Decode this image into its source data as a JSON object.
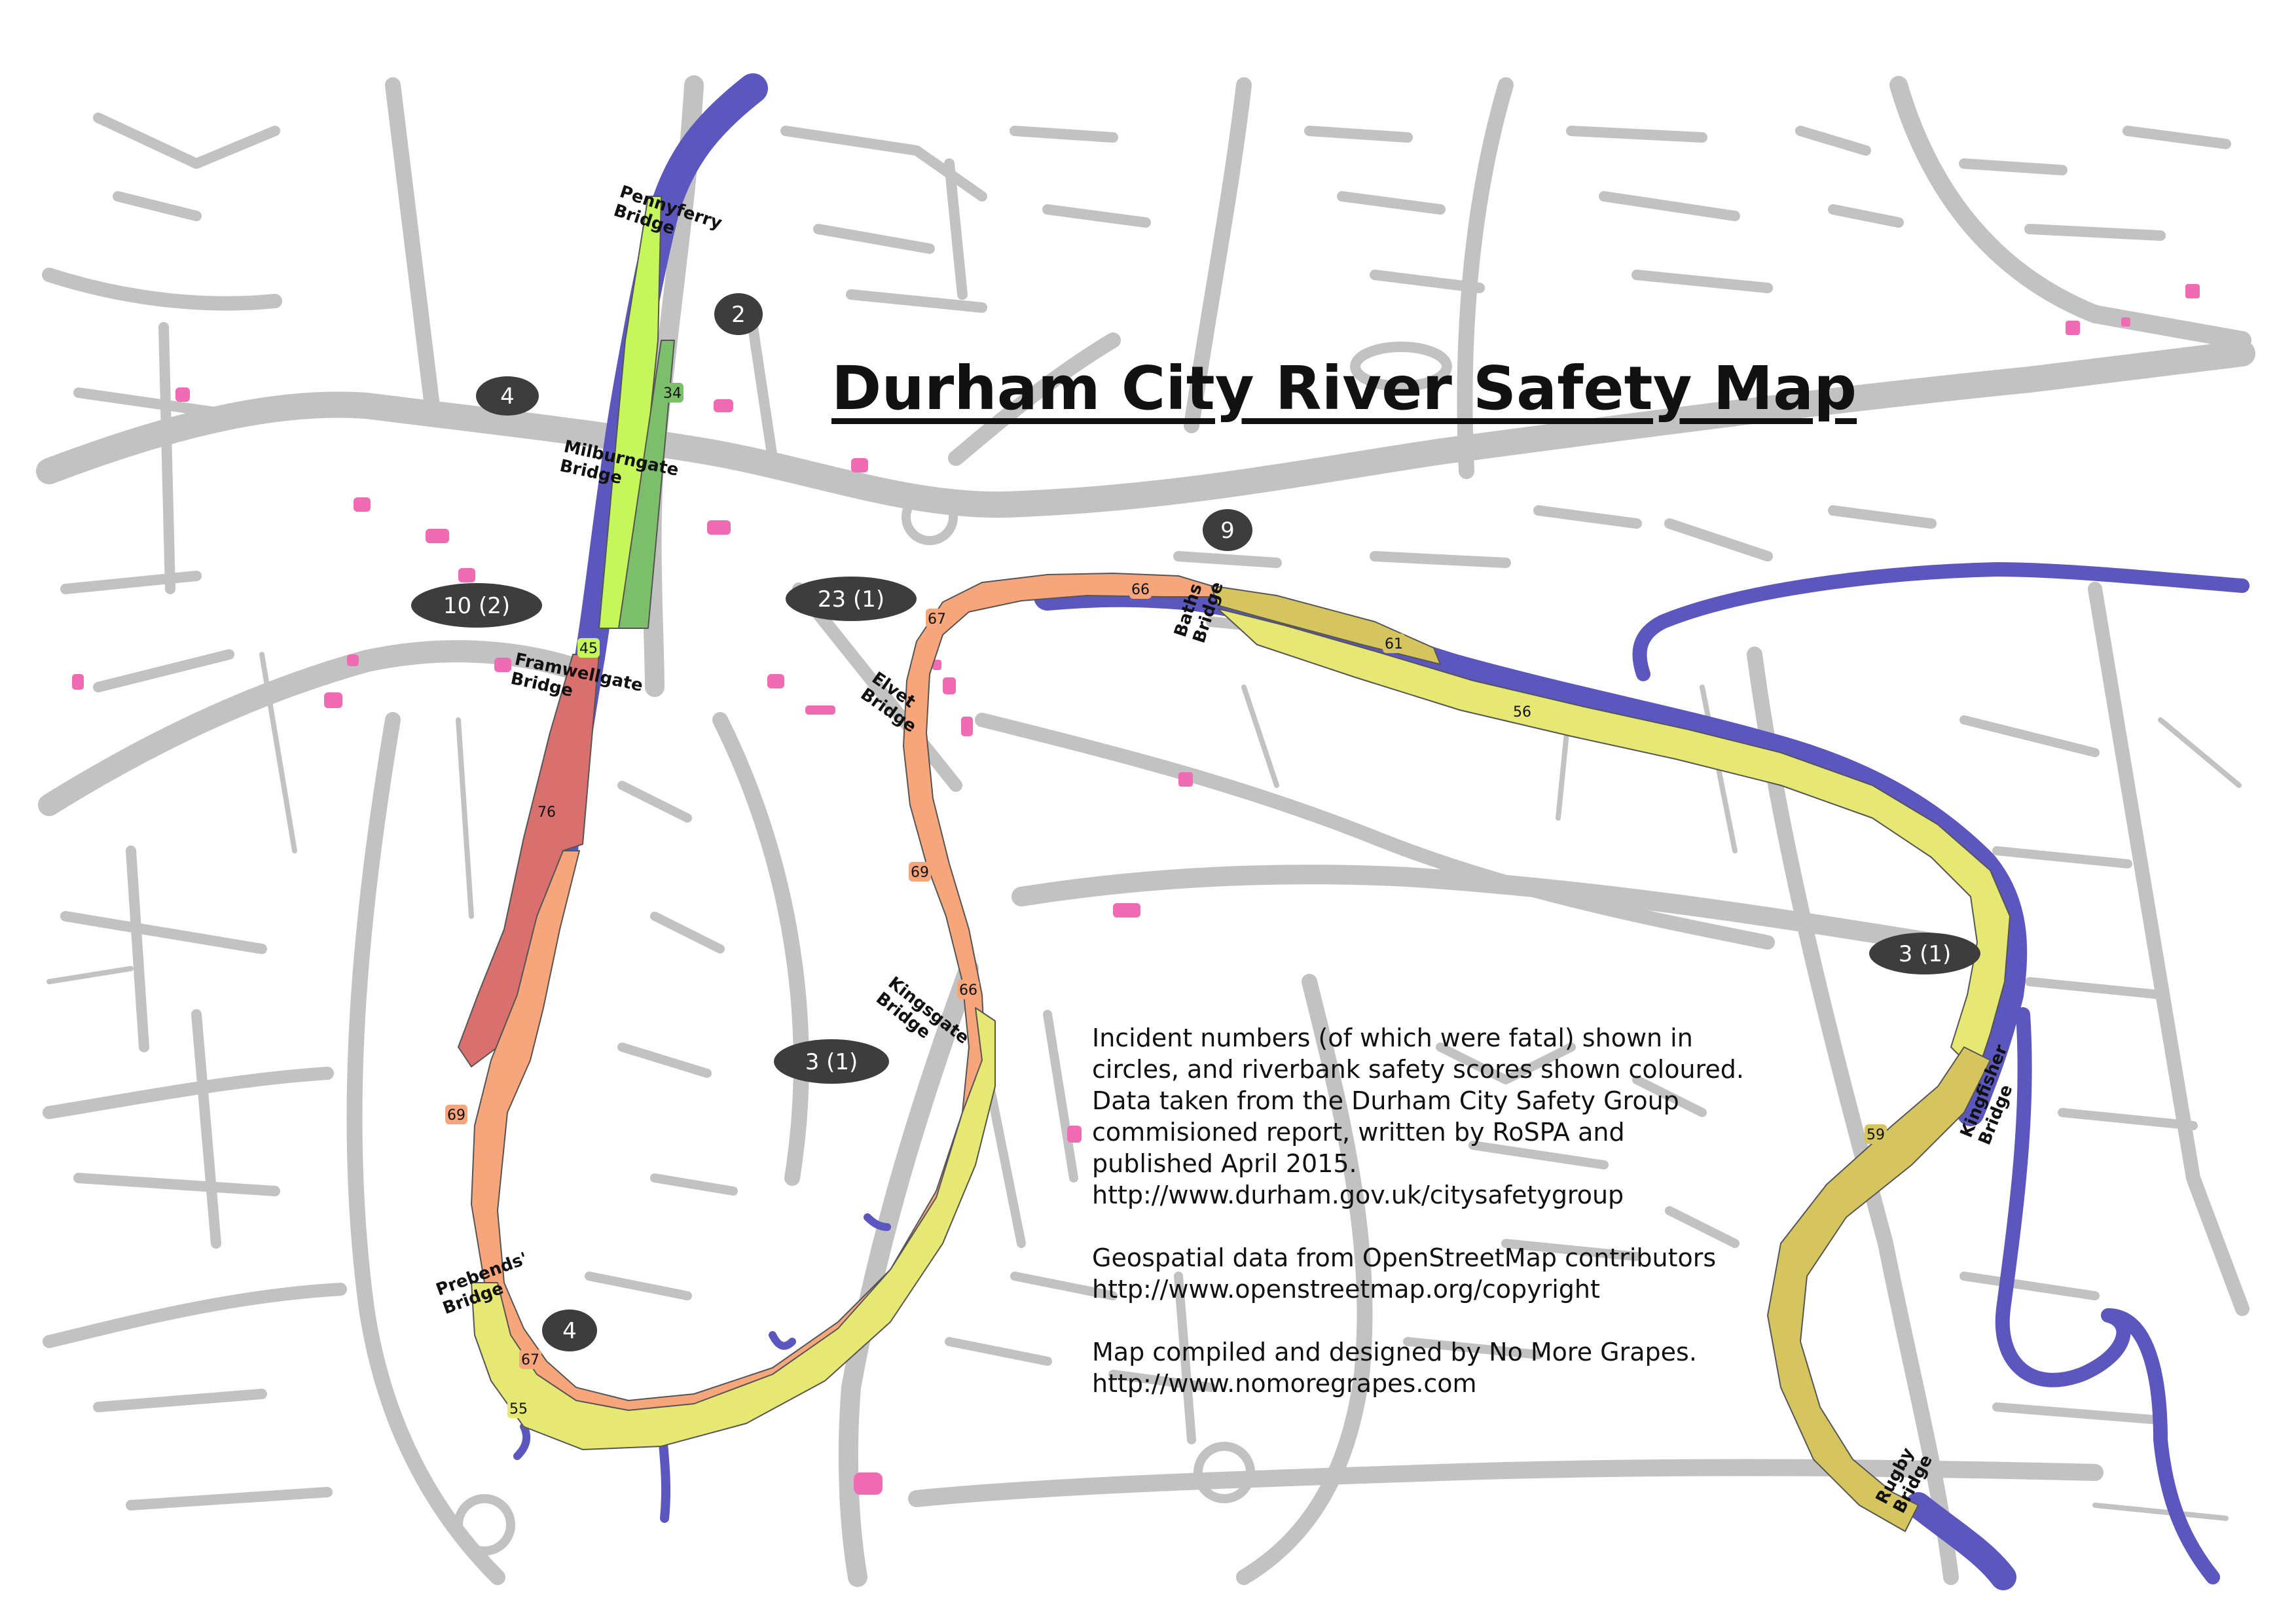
{
  "map": {
    "title": "Durham City River Safety Map",
    "colors": {
      "background": "#ffffff",
      "roads": "#c2c2c2",
      "river": "#5b57bf",
      "pois": "#f06ab4",
      "incident_marker": "#3d3d3d",
      "score_45": "#7bbf6a",
      "score_34": "#c6f75a",
      "score_55_59": "#e7e773",
      "score_56_61": "#d6c55e",
      "score_66_69": "#f6a67a",
      "score_76": "#d9706d"
    },
    "bridges": [
      {
        "name": "Pennyferry\nBridge"
      },
      {
        "name": "Milburngate\nBridge"
      },
      {
        "name": "Framwellgate\nBridge"
      },
      {
        "name": "Elvet\nBridge"
      },
      {
        "name": "Baths\nBridge"
      },
      {
        "name": "Kingsgate\nBridge"
      },
      {
        "name": "Prebends'\nBridge"
      },
      {
        "name": "Kingfisher\nBridge"
      },
      {
        "name": "Rugby\nBridge"
      }
    ],
    "incidents": [
      {
        "label": "2"
      },
      {
        "label": "4"
      },
      {
        "label": "10 (2)"
      },
      {
        "label": "23 (1)"
      },
      {
        "label": "9"
      },
      {
        "label": "3 (1)"
      },
      {
        "label": "3 (1)"
      },
      {
        "label": "4"
      }
    ],
    "scores": [
      {
        "label": "34"
      },
      {
        "label": "45"
      },
      {
        "label": "76"
      },
      {
        "label": "69"
      },
      {
        "label": "67"
      },
      {
        "label": "55"
      },
      {
        "label": "67"
      },
      {
        "label": "69"
      },
      {
        "label": "66"
      },
      {
        "label": "66"
      },
      {
        "label": "61"
      },
      {
        "label": "56"
      },
      {
        "label": "59"
      }
    ],
    "info": {
      "lines1": [
        "Incident numbers (of which were fatal) shown in",
        "circles, and riverbank safety scores shown coloured.",
        "Data taken from the Durham City Safety Group",
        "commisioned report, written by RoSPA and",
        "published April 2015.",
        "http://www.durham.gov.uk/citysafetygroup"
      ],
      "lines2": [
        "Geospatial data from OpenStreetMap contributors",
        "http://www.openstreetmap.org/copyright"
      ],
      "lines3": [
        "Map compiled and designed by No More Grapes.",
        "http://www.nomoregrapes.com"
      ]
    }
  }
}
